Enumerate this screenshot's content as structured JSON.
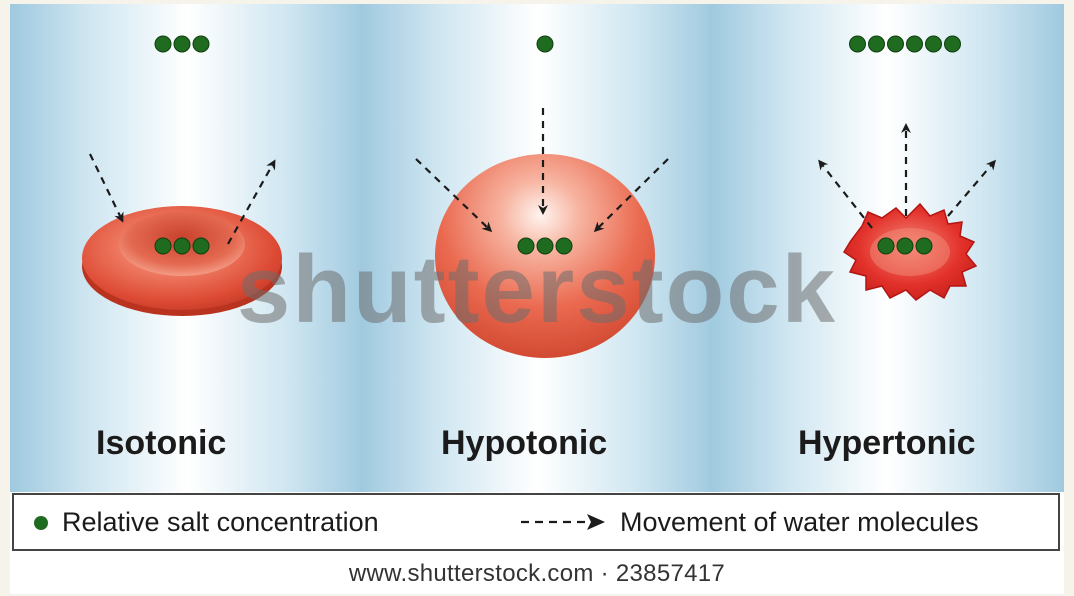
{
  "panels": [
    {
      "label": "Isotonic",
      "outside_salt": 3,
      "inside_salt": 3
    },
    {
      "label": "Hypotonic",
      "outside_salt": 1,
      "inside_salt": 3
    },
    {
      "label": "Hypertonic",
      "outside_salt": 6,
      "inside_salt": 3
    }
  ],
  "legend": {
    "salt_label": "Relative salt concentration",
    "water_label": "Movement of water molecules"
  },
  "watermark": "shutterstock",
  "footer": "www.shutterstock.com · 23857417",
  "colors": {
    "salt": "#1f6b1f",
    "cell": "#e8553f",
    "panel_edge": "#9fc9df"
  }
}
